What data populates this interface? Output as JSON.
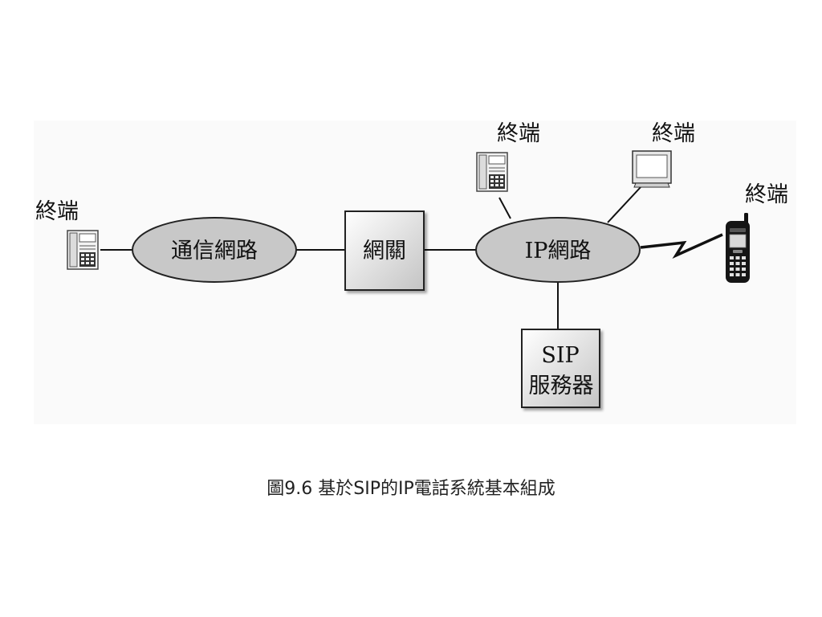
{
  "diagram": {
    "nodes": {
      "terminal_left": "終端",
      "comm_network": "通信網路",
      "gateway": "網關",
      "ip_network": "IP網路",
      "terminal_phone": "終端",
      "terminal_pc": "終端",
      "terminal_mobile": "終端",
      "sip_server_line1": "SIP",
      "sip_server_line2": "服務器"
    }
  },
  "caption": "圖9.6  基於SIP的IP電話系統基本組成",
  "colors": {
    "ellipse_fill": "#c8c8c8",
    "box_gradient_start": "#ffffff",
    "box_gradient_end": "#c8c8c8",
    "panel_bg": "#fafafa"
  }
}
